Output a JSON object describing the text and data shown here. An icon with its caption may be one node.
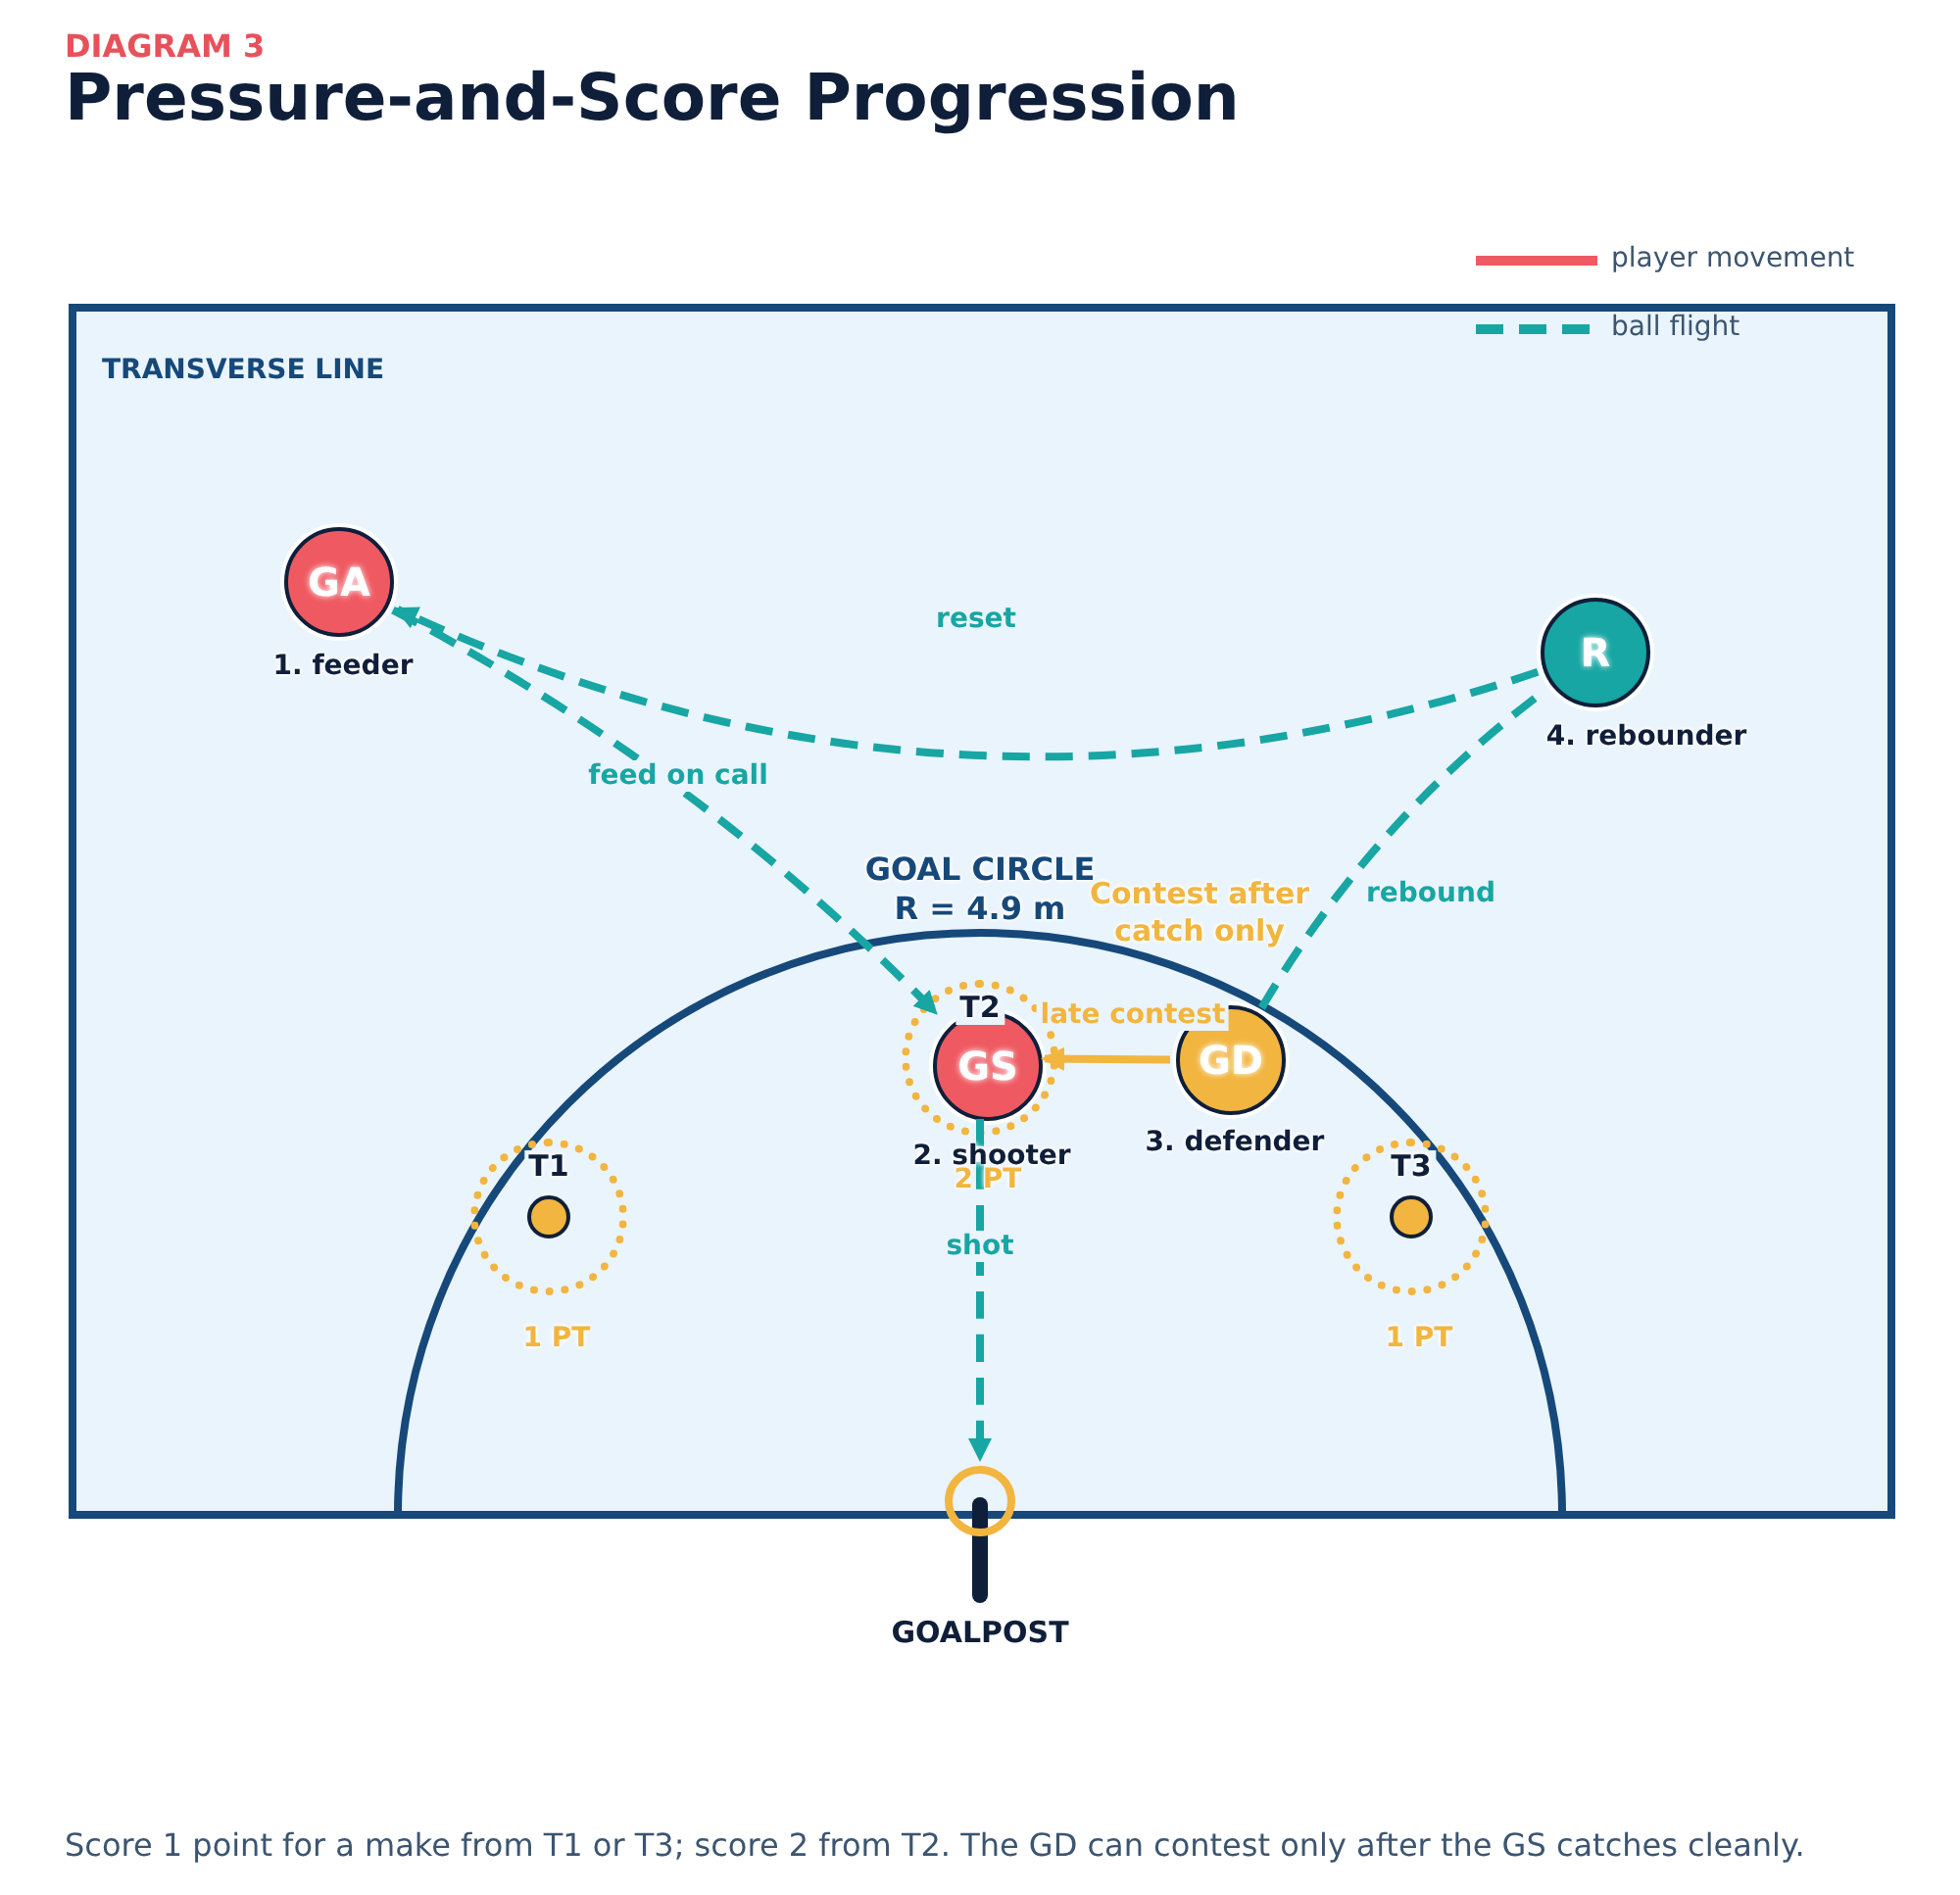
{
  "diagram": {
    "title": "Pressure-and-Score Progression",
    "caption": "Score 1 point for a make from T1 or T3; score 2 from T2. The GD can contest only after the GS catches cleanly.",
    "nodes": [
      {
        "text": [
          "TRANSVERSE LINE"
        ]
      },
      {
        "text": [
          "GOAL CIRCLE",
          "R = 4.9 m"
        ],
        "in": 0
      },
      {
        "text": [
          "GA"
        ],
        "beside": [
          "1. feeder"
        ],
        "in": 0
      },
      {
        "text": [
          "R"
        ],
        "beside": [
          "4. rebounder"
        ],
        "in": 0
      },
      {
        "text": [
          "T2"
        ],
        "beside": [
          "2 PT"
        ],
        "in": 1
      },
      {
        "text": [
          "GS"
        ],
        "beside": [
          "2. shooter"
        ],
        "in": 4
      },
      {
        "text": [
          "GD"
        ],
        "beside": [
          "3. defender"
        ],
        "in": 1
      },
      {
        "text": [
          "T1"
        ],
        "beside": [
          "1 PT"
        ],
        "in": 1
      },
      {
        "text": [
          "T3"
        ],
        "beside": [
          "1 PT"
        ],
        "in": 1
      },
      {
        "text": [
          "GOALPOST"
        ]
      }
    ],
    "edges": [
      {
        "from": 2,
        "to": 5,
        "arrow": "to",
        "label": "feed on call",
        "style": "dashed"
      },
      {
        "from": 5,
        "to": 9,
        "arrow": "to",
        "label": "shot",
        "style": "dashed"
      },
      {
        "from": 6,
        "to": 5,
        "arrow": "to",
        "label": "late contest",
        "color": "#f2b53f"
      },
      {
        "from": 3,
        "to": 2,
        "arrow": "to",
        "label": "reset",
        "style": "dashed"
      },
      {
        "from": 6,
        "to": 3,
        "arrow": "none",
        "label": "rebound",
        "style": "dashed"
      }
    ],
    "labels": [
      "DIAGRAM 3",
      "Contest after catch only"
    ],
    "legend": [
      {
        "text": "player movement"
      },
      {
        "text": "ball flight"
      }
    ]
  }
}
